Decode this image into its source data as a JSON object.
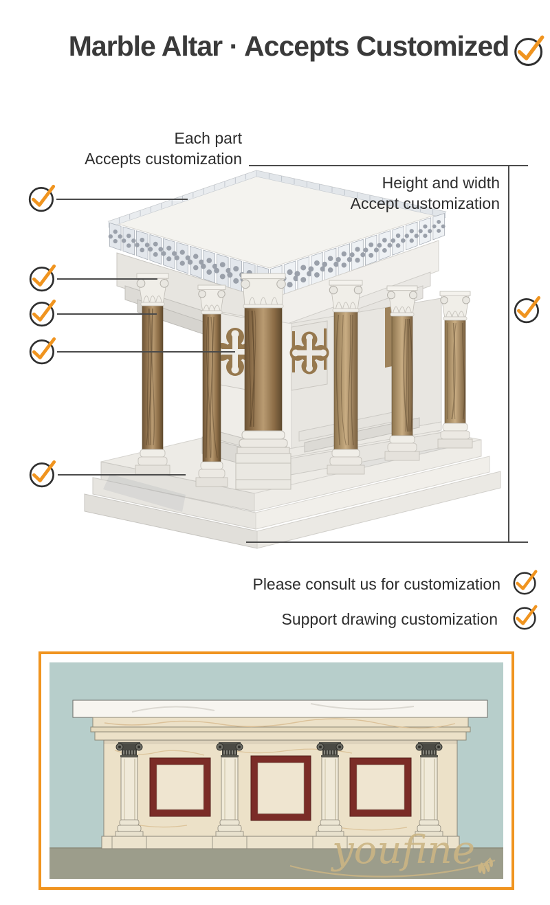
{
  "title": {
    "text": "Marble Altar · Accepts Customized"
  },
  "annotations": {
    "each_part": {
      "line1": "Each part",
      "line2": "Accepts customization"
    },
    "height_width": {
      "line1": "Height and width",
      "line2": "Accept customization"
    }
  },
  "footer": {
    "note1": "Please consult us for customization",
    "note2": "Support drawing customization"
  },
  "watermark": {
    "text": "youfine"
  },
  "icons": {
    "check": "check-circle-icon"
  },
  "colors": {
    "accent": "#F0941F",
    "line": "#4A4A4A",
    "title": "#3A3A3A",
    "text": "#2D2D2D",
    "teal": "#B7CECB",
    "ground": "#9C9D8B",
    "panelRed": "#7B2C27",
    "cream": "#ECE1C8",
    "gold": "#CBB584"
  }
}
